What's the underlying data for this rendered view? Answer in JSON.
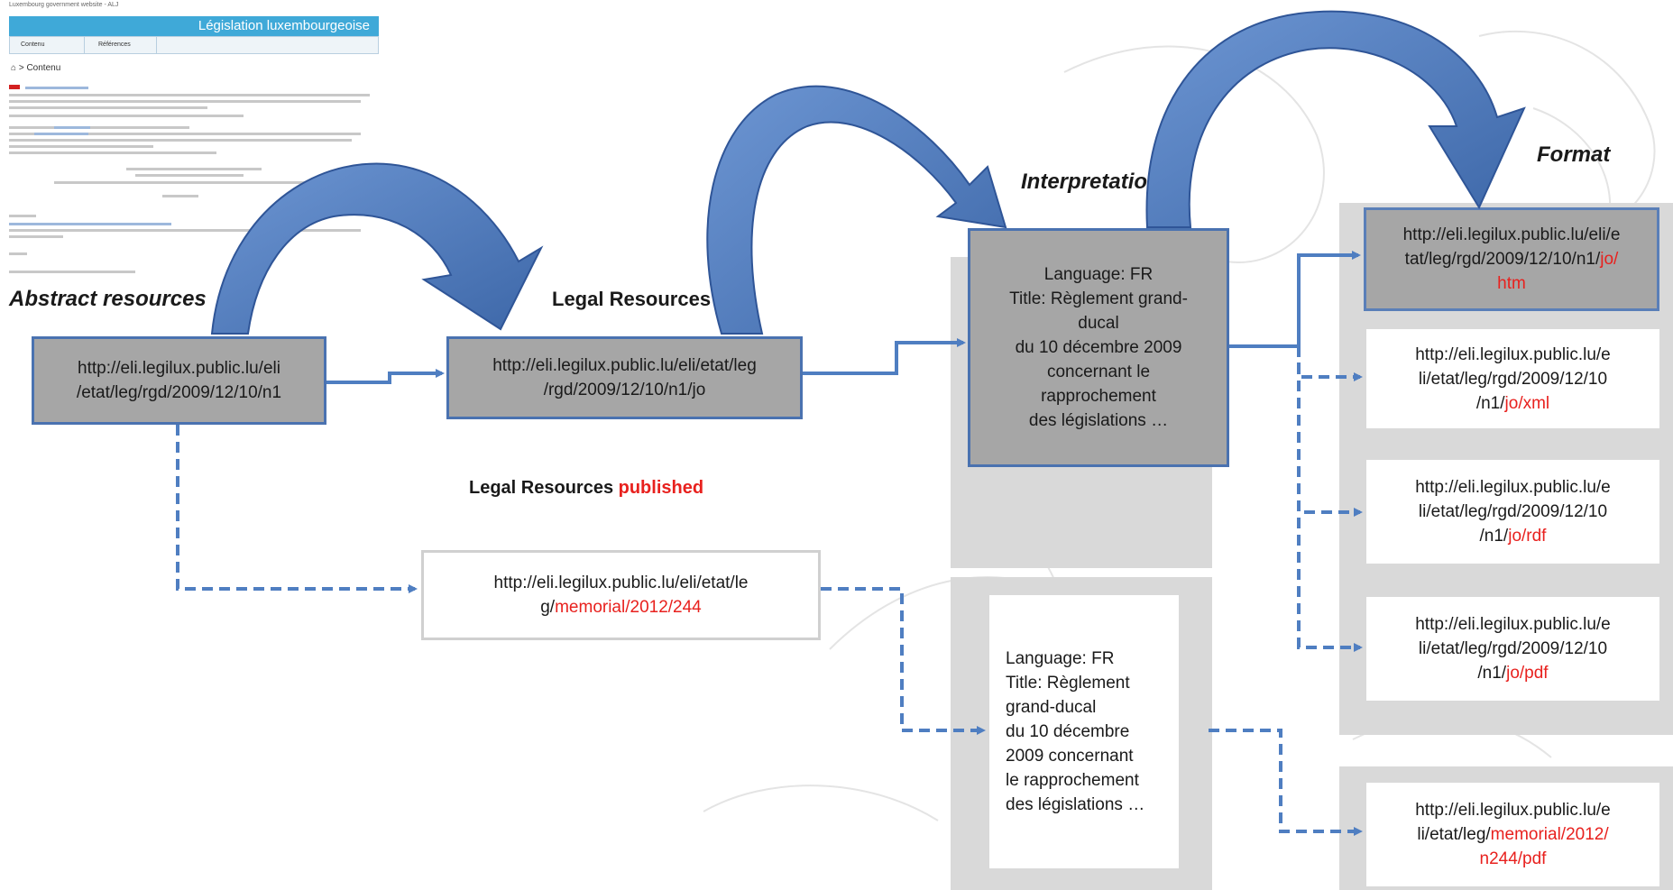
{
  "thumbnail": {
    "top_text": "Luxembourg government website - ALJ",
    "banner_title": "Législation luxembourgeoise",
    "tabs": [
      "Contenu",
      "Références"
    ],
    "breadcrumb_home_icon": "home-icon",
    "breadcrumb_text": "> Contenu"
  },
  "headings": {
    "abstract": "Abstract resources",
    "legal": "Legal Resources",
    "published_prefix": "Legal Resources ",
    "published_highlight": "published",
    "interpretation": "Interpretation",
    "format": "Format"
  },
  "nodes": {
    "abstract_uri": {
      "line1": "http://eli.legilux.public.lu/eli",
      "line2": "/etat/leg/rgd/2009/12/10/n1"
    },
    "legal_uri": {
      "line1": "http://eli.legilux.public.lu/eli/etat/leg",
      "line2": "/rgd/2009/12/10/n1/jo"
    },
    "published_uri": {
      "line1": "http://eli.legilux.public.lu/eli/etat/le",
      "line2_plain": "g/",
      "line2_red": "memorial/2012/244"
    },
    "interpretation_jo": {
      "lines": [
        "Language: FR",
        "Title: Règlement grand-",
        "ducal",
        "du 10 décembre 2009",
        "concernant le",
        "rapprochement",
        "des législations …"
      ]
    },
    "interpretation_memorial": {
      "lines": [
        "Language: FR",
        "Title: Règlement",
        "grand-ducal",
        "du 10 décembre",
        "2009 concernant",
        "le rapprochement",
        "des législations …"
      ]
    },
    "format_htm": {
      "line1": "http://eli.legilux.public.lu/eli/e",
      "line2_plain": "tat/leg/rgd/2009/12/10/n1/",
      "line2_red": "jo/",
      "line3_red": "htm"
    },
    "format_xml": {
      "line1": "http://eli.legilux.public.lu/e",
      "line2": "li/etat/leg/rgd/2009/12/10",
      "line3_plain": "/n1/",
      "line3_red": "jo/xml"
    },
    "format_rdf": {
      "line1": "http://eli.legilux.public.lu/e",
      "line2": "li/etat/leg/rgd/2009/12/10",
      "line3_plain": "/n1/",
      "line3_red": "jo/rdf"
    },
    "format_pdf": {
      "line1": "http://eli.legilux.public.lu/e",
      "line2": "li/etat/leg/rgd/2009/12/10",
      "line3_plain": "/n1/",
      "line3_red": "jo/pdf"
    },
    "format_memorial_pdf": {
      "line1": "http://eli.legilux.public.lu/e",
      "line2_plain": "li/etat/leg/",
      "line2_red": "memorial/2012/",
      "line3_red": "n244/pdf"
    }
  },
  "colors": {
    "arrow_blue": "#4f7ec1",
    "box_gray": "#a6a6a6",
    "panel_gray": "#d9d9d9",
    "highlight_red": "#e8211e"
  }
}
